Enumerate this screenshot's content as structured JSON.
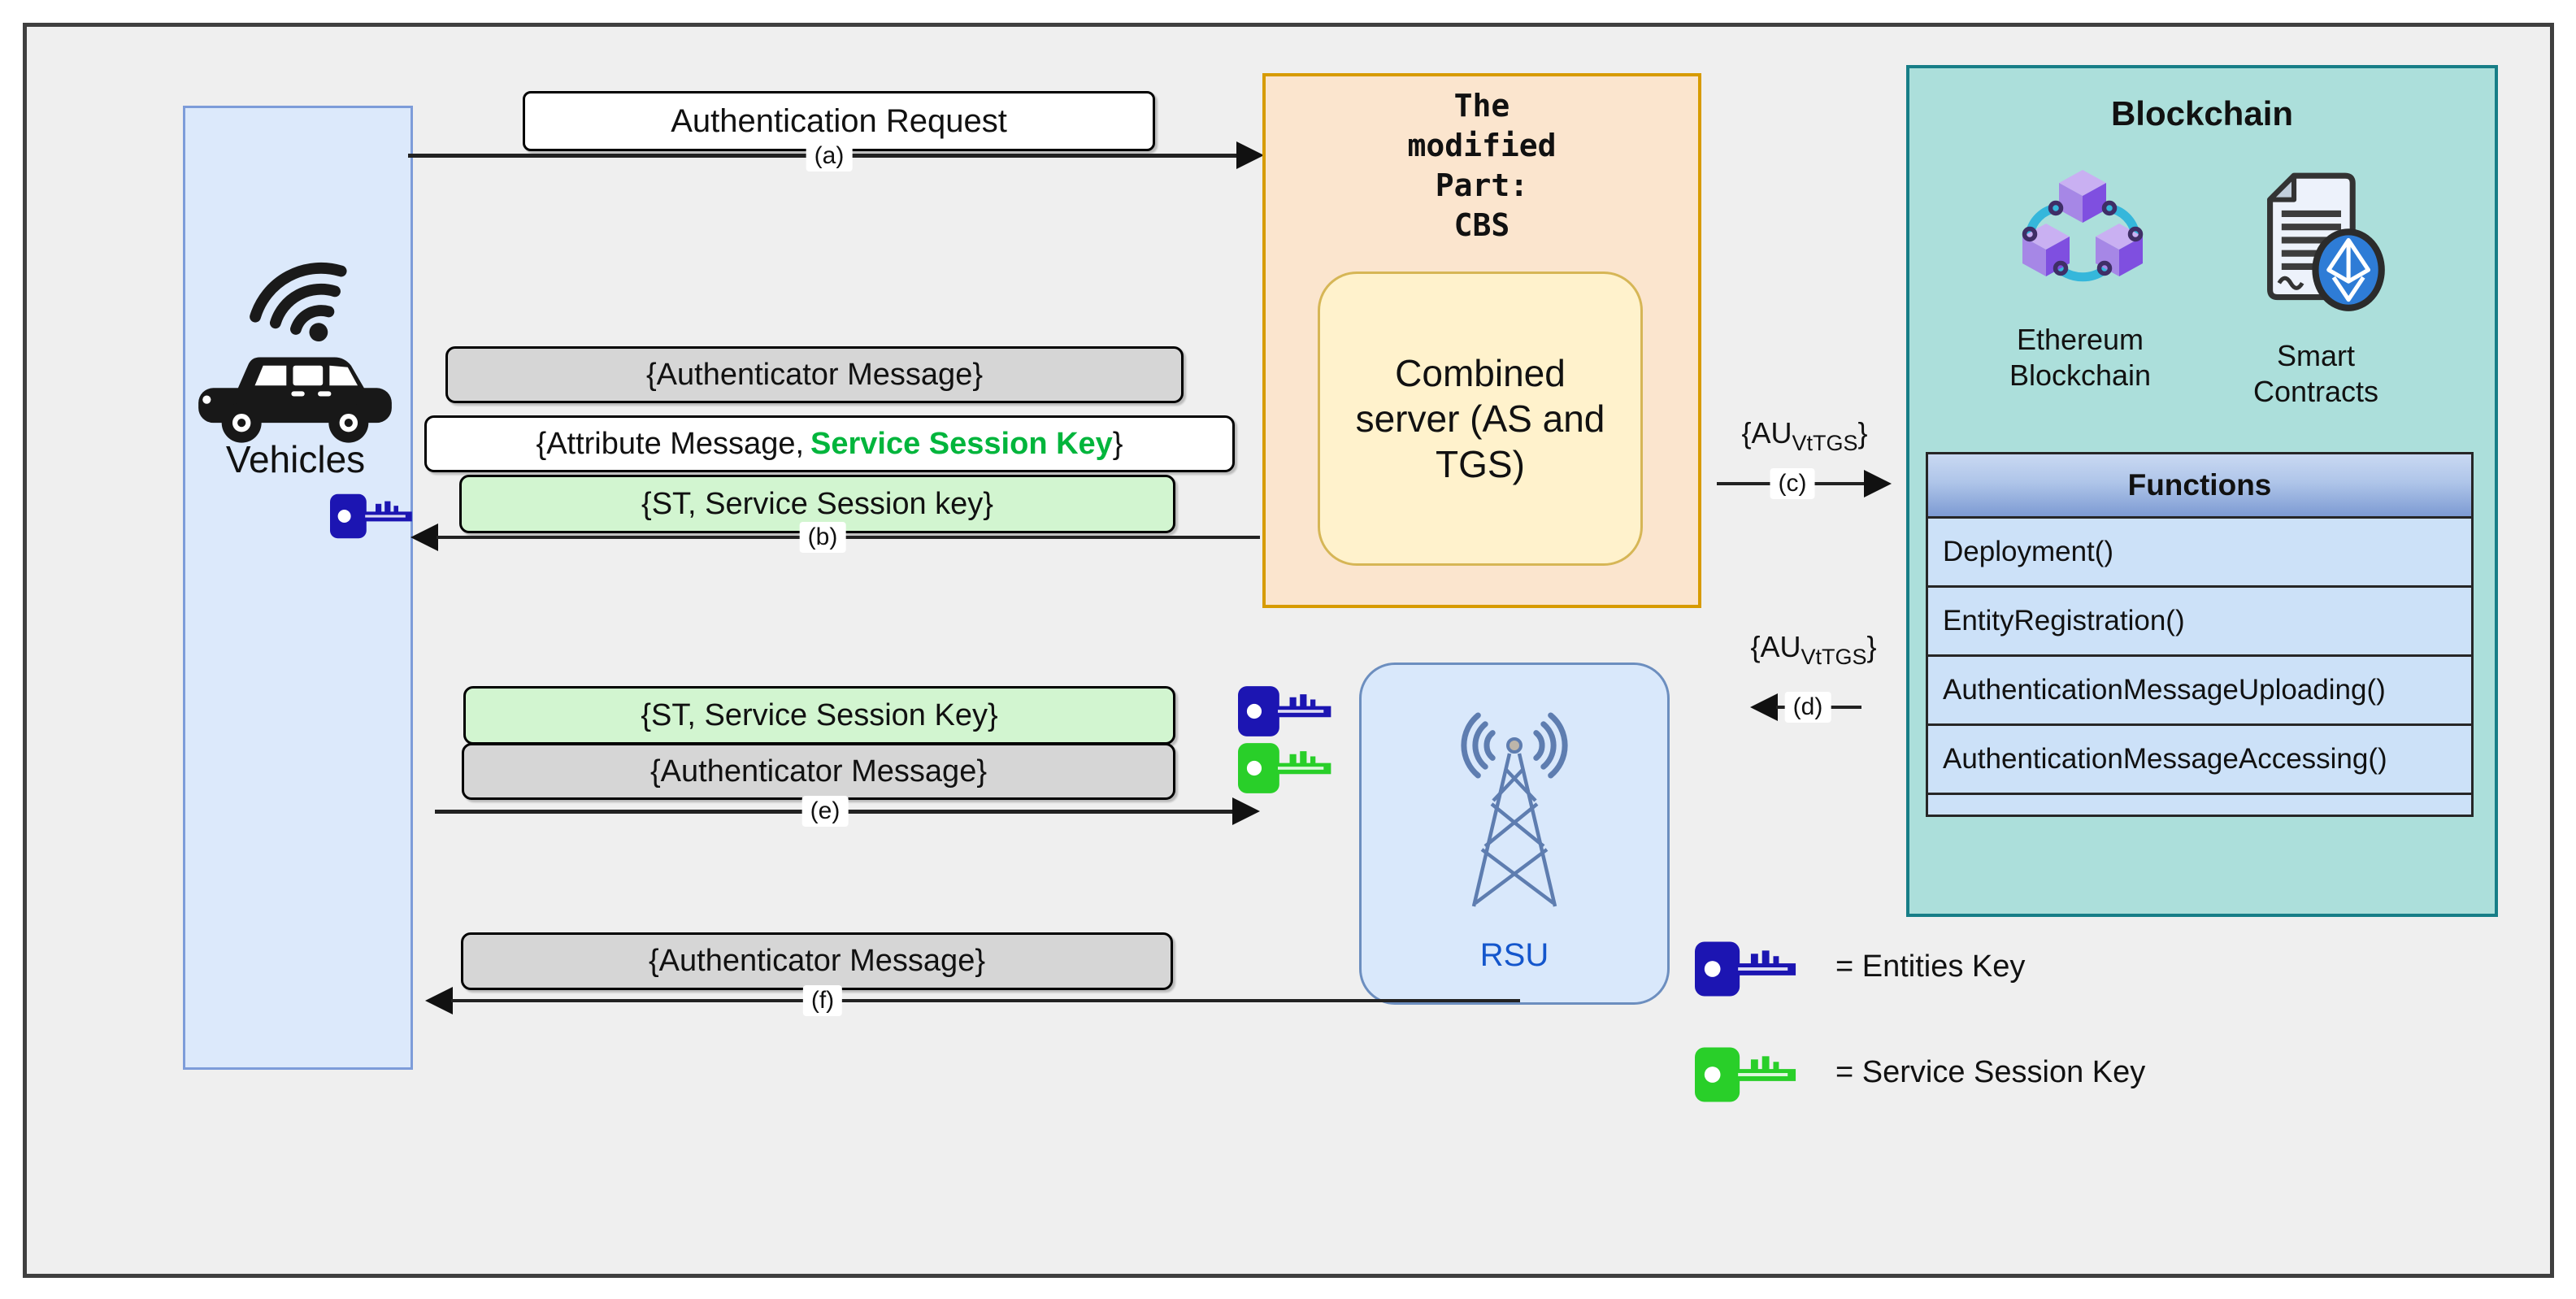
{
  "vehicles": {
    "label": "Vehicles"
  },
  "messages": {
    "auth_request": "Authentication Request",
    "authenticator": "{Authenticator Message}",
    "attribute_prefix": "{Attribute Message,",
    "attribute_highlight": "Service Session Key",
    "attribute_suffix": "}",
    "st_key_lower": "{ST, Service Session key}",
    "st_key_upper": "{ST, Service Session Key}"
  },
  "arrows": {
    "a": "(a)",
    "b": "(b)",
    "c": "(c)",
    "d": "(d)",
    "e": "(e)",
    "f": "(f)"
  },
  "au_token": {
    "prefix": "{AU",
    "sub": "VtTGS",
    "suffix": "}"
  },
  "cbs": {
    "title": "The\nmodified\nPart:\nCBS",
    "server_label": "Combined server (AS and TGS)"
  },
  "blockchain": {
    "title": "Blockchain",
    "ethereum_caption": "Ethereum\nBlockchain",
    "smart_caption": "Smart\nContracts",
    "functions_header": "Functions",
    "functions": [
      "Deployment()",
      "EntityRegistration()",
      "AuthenticationMessageUploading()",
      "AuthenticationMessageAccessing()"
    ]
  },
  "rsu": {
    "label": "RSU"
  },
  "legend": {
    "entities": "= Entities Key",
    "service": "= Service Session Key"
  },
  "icons": {
    "vehicle": "car-icon",
    "signal": "wifi-icon",
    "entities_key": "key-icon-blue",
    "service_key": "key-icon-green",
    "ethereum": "cubes-network-icon",
    "smart_contract": "document-ethereum-icon",
    "rsu": "radio-tower-icon"
  },
  "colors": {
    "background": "#EFEFEF",
    "frame_border": "#3F3F3F",
    "vehicles_fill": "#DCE9FB",
    "vehicles_border": "#7D9CD9",
    "cbs_fill": "#FBE5CE",
    "cbs_border": "#D79B00",
    "server_fill": "#FFF2CC",
    "server_border": "#D6B656",
    "blockchain_fill": "#ACDFDB",
    "blockchain_border": "#177E87",
    "rsu_fill": "#D9E8FB",
    "rsu_border": "#6C8EBF",
    "rsu_text": "#1456CC",
    "msg_gray": "#D6D6D6",
    "msg_green": "#D2F5D0",
    "msg_white": "#FFFFFF",
    "highlight_green": "#00B53C",
    "key_blue": "#1C15B2",
    "key_green": "#29CF29",
    "table_row": "#CCE1F8",
    "header_gradient_top": "#C9D9F2",
    "header_gradient_bottom": "#7D9BD3",
    "tower": "#5E7DB0",
    "arrow": "#222222"
  }
}
